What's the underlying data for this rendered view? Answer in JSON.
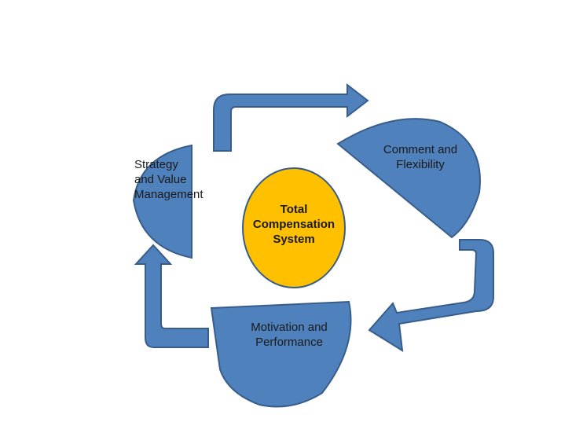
{
  "diagram": {
    "center": {
      "label": "Total\nCompensation\nSystem"
    },
    "nodes": [
      {
        "id": "strategy",
        "label": "  Strategy\nand Value\nManagement"
      },
      {
        "id": "comment",
        "label": "Comment and\nFlexibility"
      },
      {
        "id": "motivation",
        "label": "Motivation and\nPerformance"
      }
    ],
    "colors": {
      "shape_fill": "#4f81bd",
      "shape_stroke": "#385d8a",
      "center_fill": "#ffc000",
      "center_stroke": "#385d8a",
      "text": "#1a1a1a"
    }
  }
}
